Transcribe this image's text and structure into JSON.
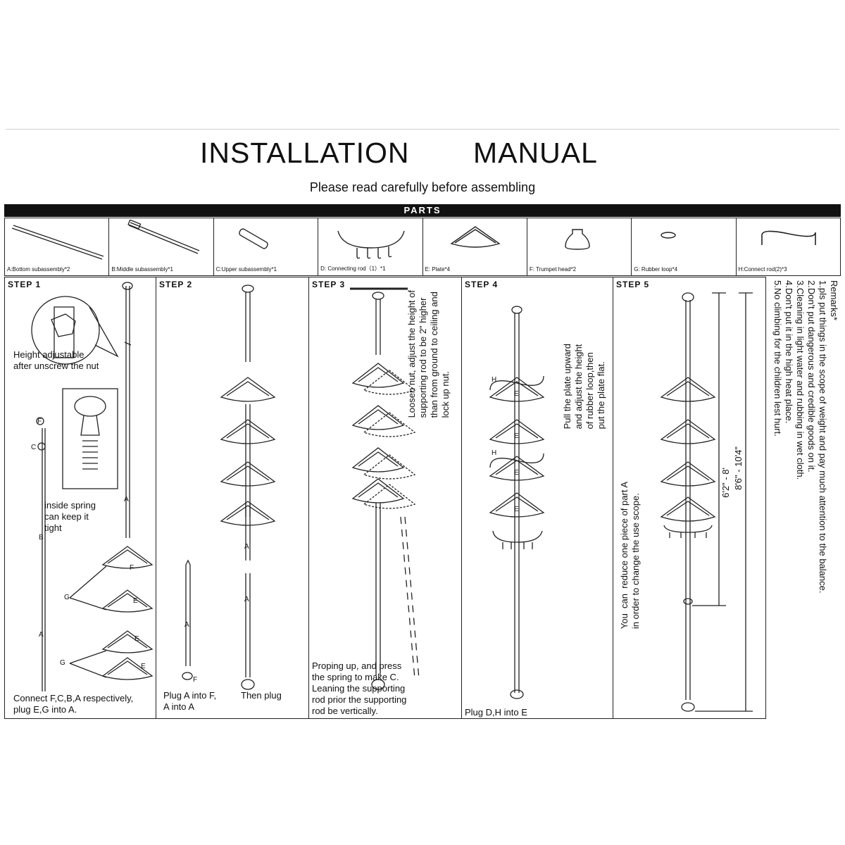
{
  "title": {
    "word1": "INSTALLATION",
    "word2": "MANUAL"
  },
  "subtitle": "Please read carefully before assembling",
  "parts_header": "PARTS",
  "parts": [
    {
      "label": "A:Bottom subassembly*2",
      "icon": "bottom-rod-icon"
    },
    {
      "label": "B:Middle subassembly*1",
      "icon": "middle-rod-icon"
    },
    {
      "label": "C:Upper subassembly*1",
      "icon": "upper-rod-icon"
    },
    {
      "label": "D:  Connecting rod（1）*1",
      "icon": "connecting-rod-hooks-icon"
    },
    {
      "label": "E:  Plate*4",
      "icon": "corner-plate-icon"
    },
    {
      "label": "F:  Trumpet head*2",
      "icon": "trumpet-head-icon"
    },
    {
      "label": "G:  Rubber loop*4",
      "icon": "rubber-loop-icon"
    },
    {
      "label": "H:Connect rod(2)*3",
      "icon": "connect-rod-icon"
    }
  ],
  "steps": [
    {
      "title": "STEP 1",
      "notes": {
        "height": "Height adjustable\nafter unscrew the nut",
        "spring": "inside spring\ncan keep it\ntight",
        "connect": "Connect F,C,B,A respectively,\nplug E,G into A."
      },
      "callouts": [
        "F",
        "C",
        "B",
        "A",
        "A",
        "F",
        "E",
        "E",
        "E",
        "G",
        "G"
      ]
    },
    {
      "title": "STEP 2",
      "notes": {
        "plug": "Plug A into F,\nA into A",
        "then": "Then plug"
      },
      "callouts": [
        "A",
        "A",
        "A",
        "F"
      ]
    },
    {
      "title": "STEP 3",
      "notes": {
        "loosen": "Loosen nut, adjust the height of\nsupporting rod to be 2\" higher\nthan from ground to ceiling and\nlock up nut.",
        "prop": "Proping up, and press\nthe spring to make C.\nLeaning the supporting\nrod prior the supporting\nrod be vertically."
      }
    },
    {
      "title": "STEP 4",
      "notes": {
        "pull": "Pull the plate upward\nand adjust the height\nof rubber loop,then\nput the plate flat.",
        "plug": "Plug D,H into E"
      },
      "callouts": [
        "H",
        "E",
        "E",
        "H",
        "E",
        "E"
      ]
    },
    {
      "title": "STEP 5",
      "notes": {
        "reduce": "You  can  reduce one piece of part A\nin order to change the use scope."
      },
      "dims": {
        "inner": "6'2\" - 8'",
        "outer": "8'6\" - 10'4\""
      }
    }
  ],
  "remarks": {
    "heading": "Remarks*",
    "items": [
      "1.pls put things in the scope of  weight and pay much attention to the balance.",
      "2.Don't put dangerous and credible goods on it.",
      "3.Cleaning in light water and rubbing in wet cloth.",
      "4.Don't put it in the high heat place.",
      "5.No climbing for the children lest hurt."
    ]
  }
}
